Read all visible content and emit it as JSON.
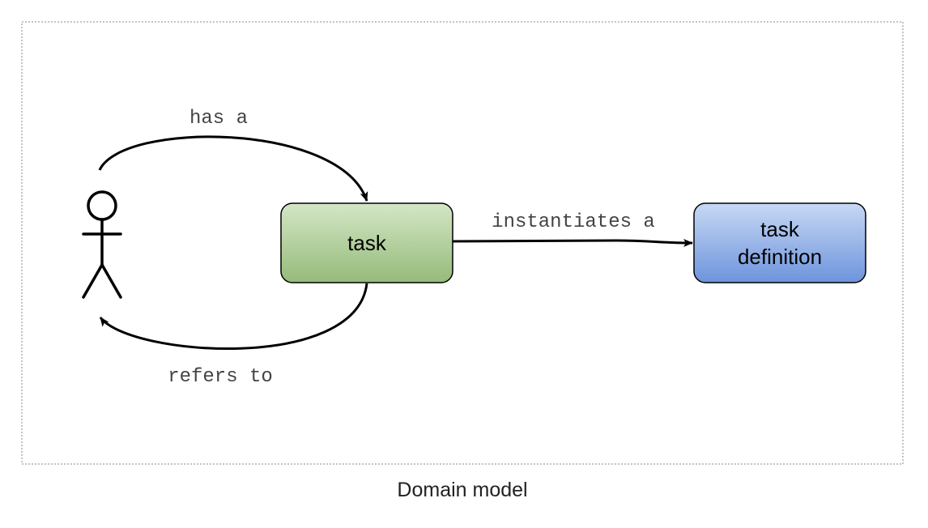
{
  "diagram": {
    "caption": "Domain model",
    "nodes": {
      "actor": {
        "label": ""
      },
      "task": {
        "label": "task",
        "fill": "#a8c890"
      },
      "task_definition": {
        "label_line1": "task",
        "label_line2": "definition",
        "fill": "#7fa3e0"
      }
    },
    "edges": {
      "has_a": {
        "label": "has a"
      },
      "instantiates_a": {
        "label": "instantiates a"
      },
      "refers_to": {
        "label": "refers to"
      }
    },
    "colors": {
      "stroke": "#000000",
      "frame": "#888888",
      "label_text": "#444444"
    }
  }
}
